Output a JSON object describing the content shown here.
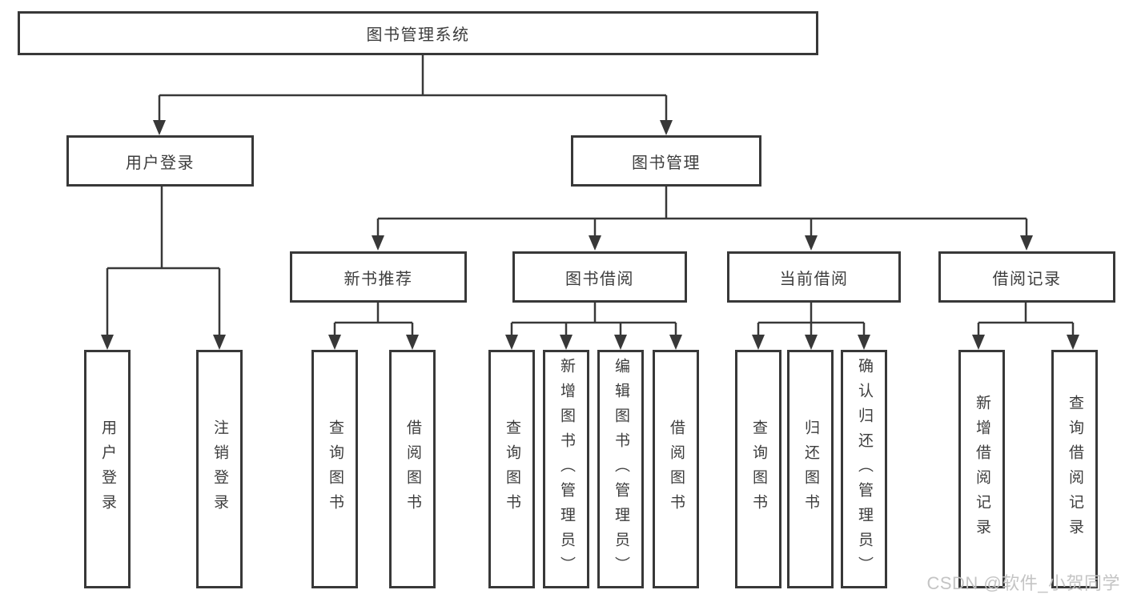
{
  "diagram": {
    "title": "图书管理系统",
    "root": {
      "label": "图书管理系统"
    },
    "level1": [
      {
        "label": "用户登录",
        "children": [
          {
            "label": "用户登录"
          },
          {
            "label": "注销登录"
          }
        ]
      },
      {
        "label": "图书管理",
        "children": [
          {
            "label": "新书推荐",
            "children": [
              {
                "label": "查询图书"
              },
              {
                "label": "借阅图书"
              }
            ]
          },
          {
            "label": "图书借阅",
            "children": [
              {
                "label": "查询图书"
              },
              {
                "label": "新增图书（管理员）"
              },
              {
                "label": "编辑图书（管理员）"
              },
              {
                "label": "借阅图书"
              }
            ]
          },
          {
            "label": "当前借阅",
            "children": [
              {
                "label": "查询图书"
              },
              {
                "label": "归还图书"
              },
              {
                "label": "确认归还（管理员）"
              }
            ]
          },
          {
            "label": "借阅记录",
            "children": [
              {
                "label": "新增借阅记录"
              },
              {
                "label": "查询借阅记录"
              }
            ]
          }
        ]
      }
    ]
  },
  "watermark": {
    "text": "CSDN @软件_小贺同学"
  },
  "colors": {
    "line": "#383838",
    "text": "#3D3D3D",
    "background": "#FFFFFF",
    "watermark": "#C1C1C1"
  }
}
